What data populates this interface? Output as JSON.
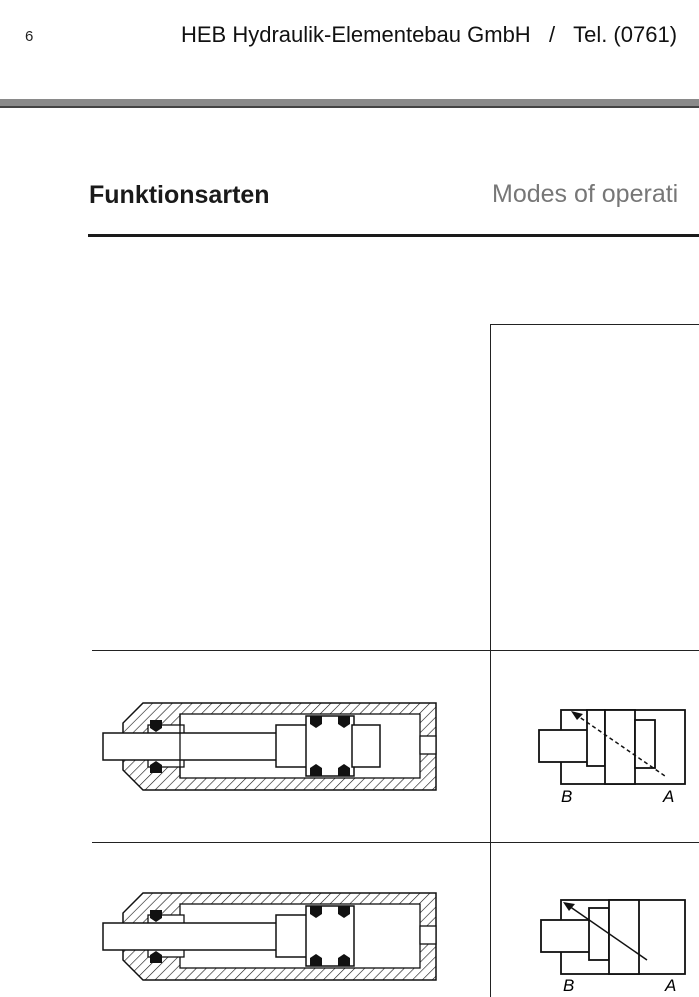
{
  "header": {
    "page_number": "6",
    "company_line": "HEB Hydraulik-Elementebau GmbH   /   Tel. (0761)"
  },
  "section": {
    "title_de": "Funktionsarten",
    "title_en": "Modes of operati"
  },
  "rows": [
    {
      "symbol_port_left": "B",
      "symbol_port_right": "A"
    },
    {
      "symbol_port_left": "B",
      "symbol_port_right": "A"
    }
  ]
}
